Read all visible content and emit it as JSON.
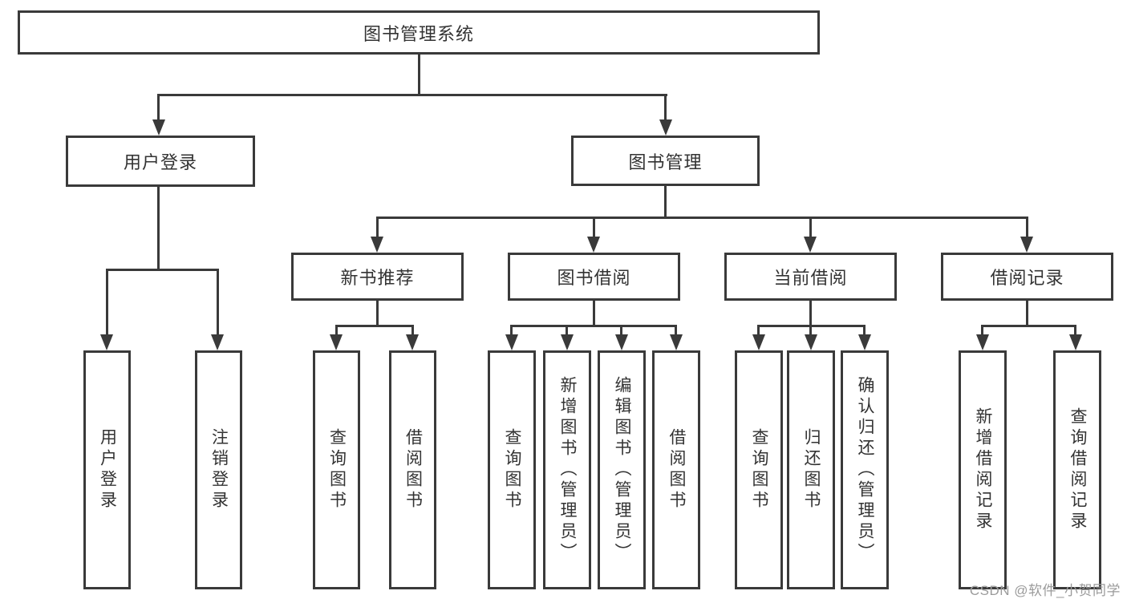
{
  "diagram": {
    "root": {
      "label": "图书管理系统"
    },
    "level2": [
      {
        "label": "用户登录"
      },
      {
        "label": "图书管理"
      }
    ],
    "level3": [
      {
        "label": "新书推荐"
      },
      {
        "label": "图书借阅"
      },
      {
        "label": "当前借阅"
      },
      {
        "label": "借阅记录"
      }
    ],
    "leaves": {
      "user_login": [
        "用户登录",
        "注销登录"
      ],
      "new_book": [
        "查询图书",
        "借阅图书"
      ],
      "borrow": [
        "查询图书",
        "新增图书（管理员）",
        "编辑图书（管理员）",
        "借阅图书"
      ],
      "current": [
        "查询图书",
        "归还图书",
        "确认归还（管理员）"
      ],
      "records": [
        "新增借阅记录",
        "查询借阅记录"
      ]
    }
  },
  "watermark": {
    "text": "CSDN @软件_小贺同学",
    "color": "#9b9b9b"
  },
  "colors": {
    "line": "#3a3a3a",
    "text": "#333333",
    "background": "#ffffff"
  }
}
